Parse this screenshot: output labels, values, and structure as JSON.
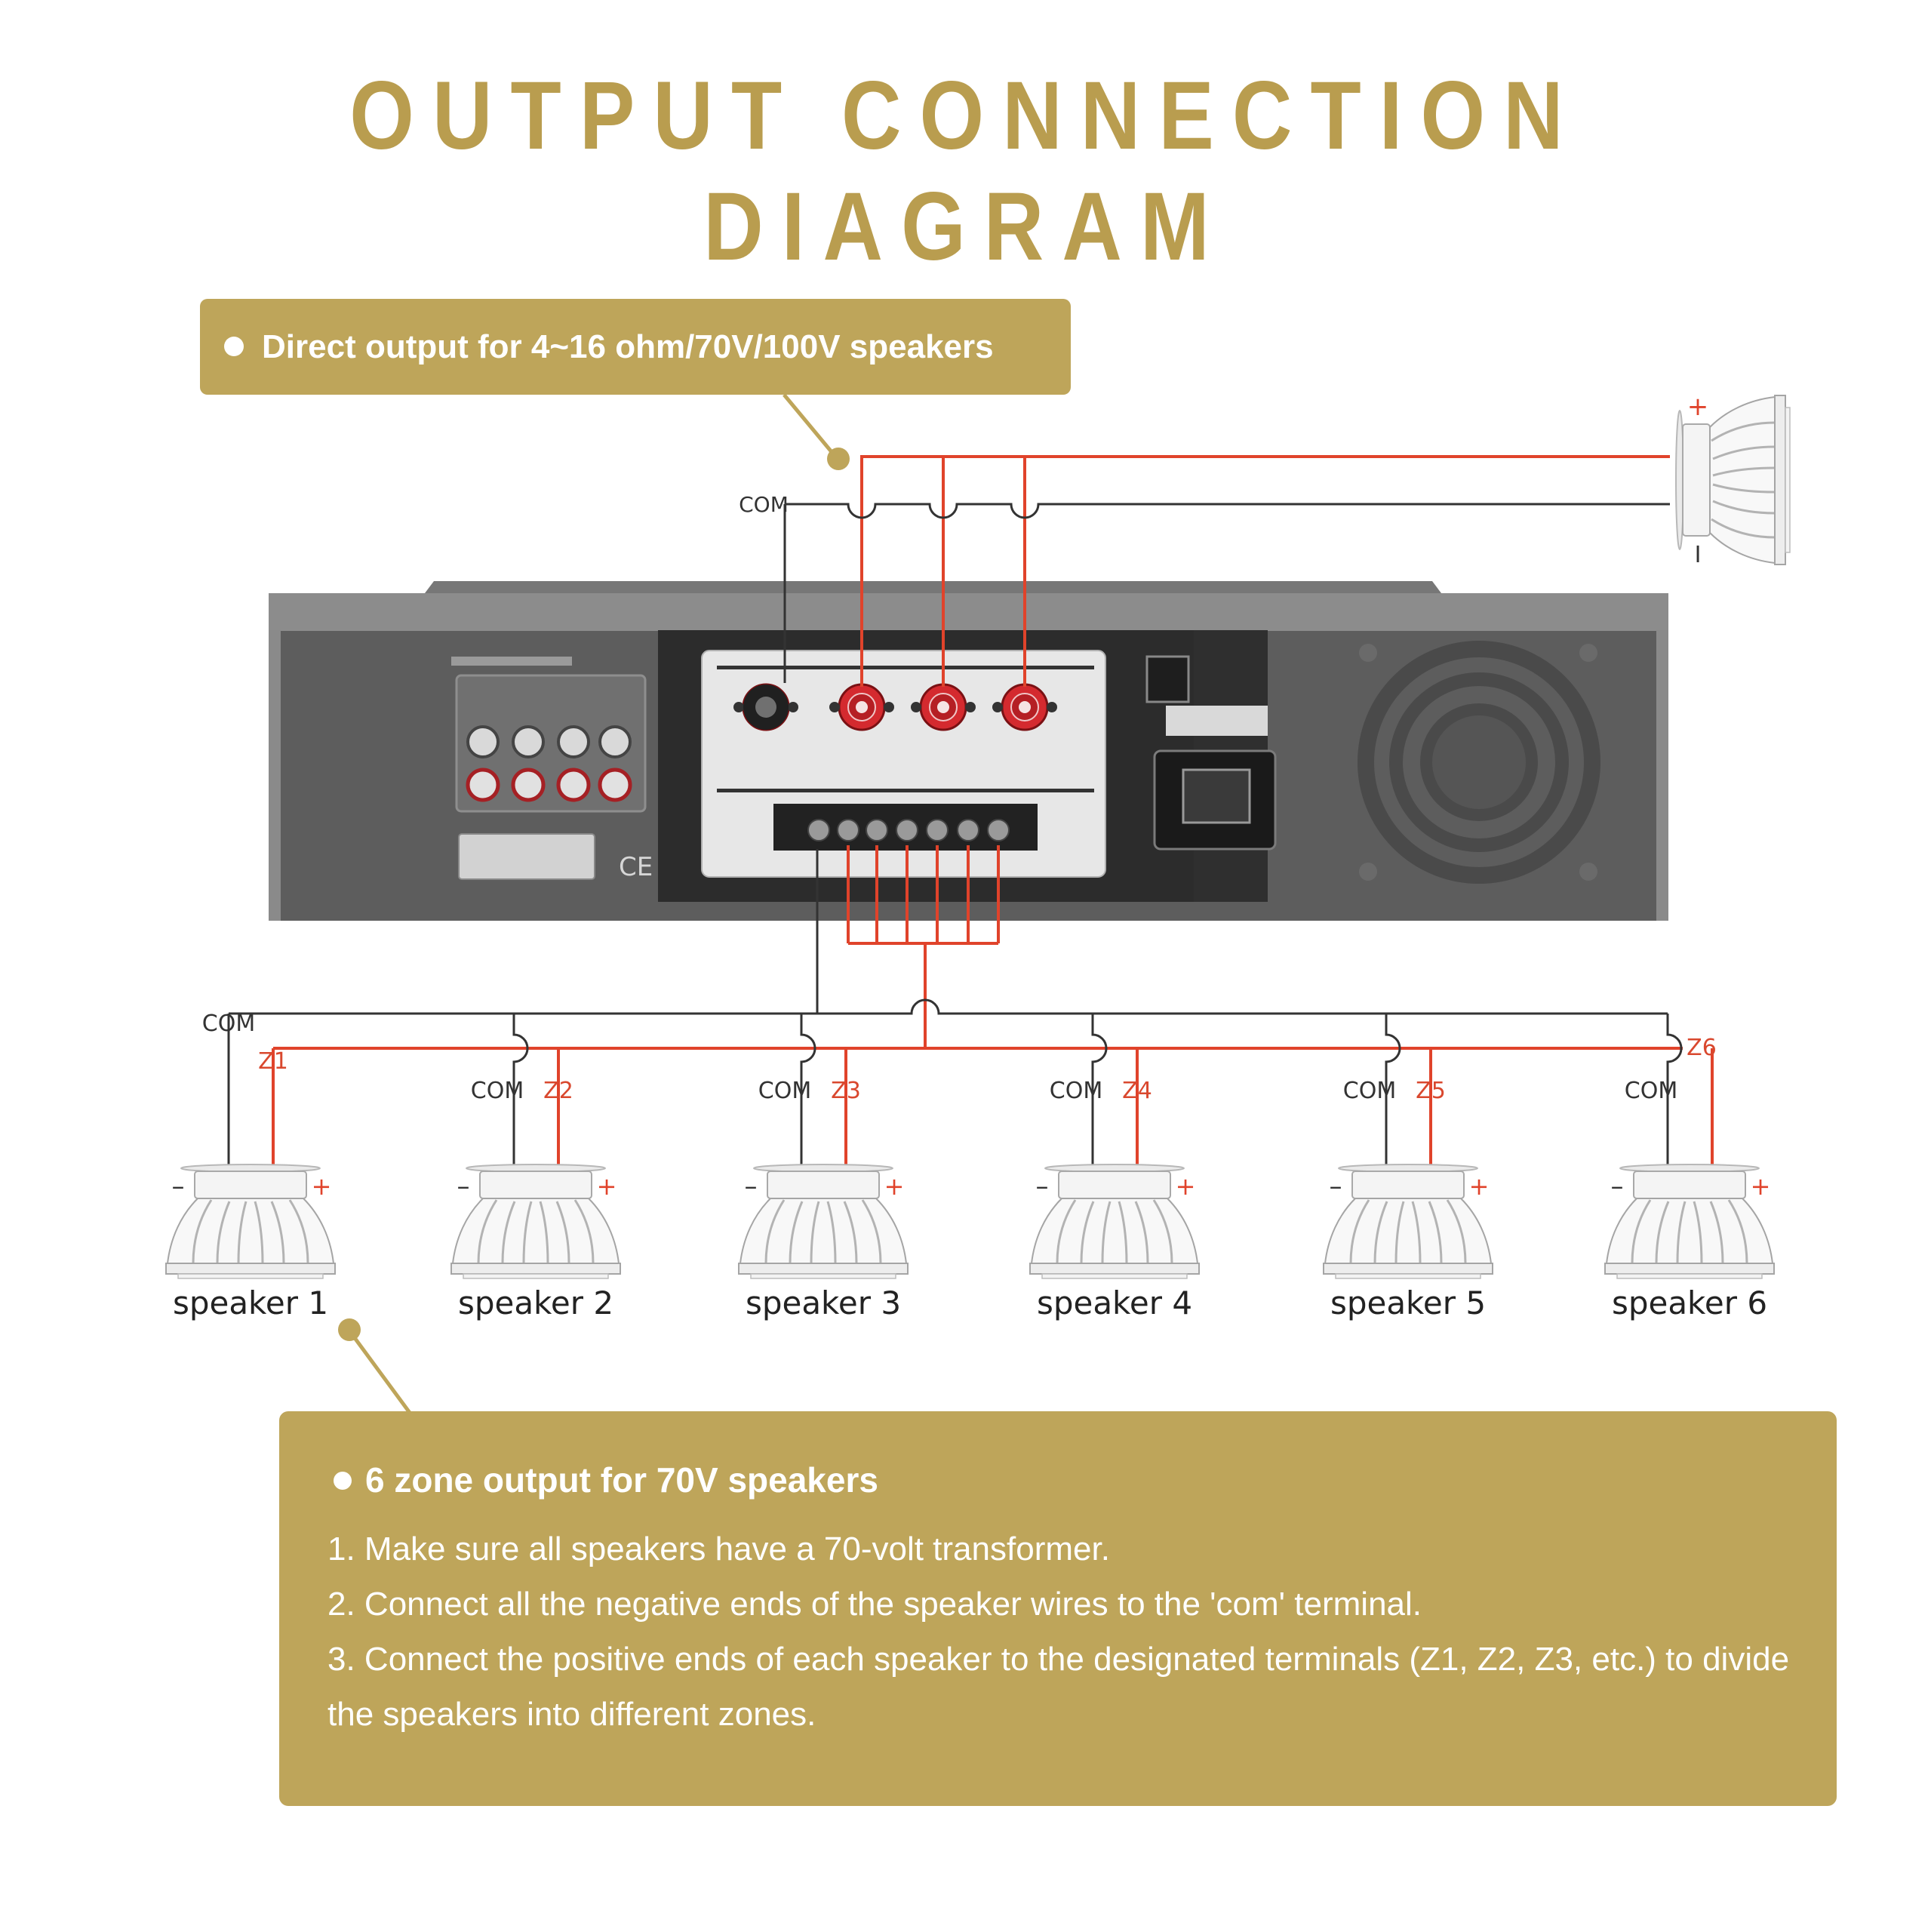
{
  "title": "OUTPUT CONNECTION DIAGRAM",
  "colors": {
    "gold": "#b99d4f",
    "box": "#bea55a",
    "wire_positive": "#e0432b",
    "wire_common": "#333333",
    "zone_label": "#d9482e"
  },
  "direct_output": {
    "label": "Direct output for 4~16 ohm/70V/100V speakers",
    "com_label": "COM",
    "plus": "+",
    "minus": "I"
  },
  "zones": {
    "com_label": "COM",
    "z1_label": "Z1",
    "z6_label": "Z6",
    "speakers": [
      {
        "name": "speaker 1",
        "com": "",
        "zone": ""
      },
      {
        "name": "speaker 2",
        "com": "COM",
        "zone": "Z2"
      },
      {
        "name": "speaker 3",
        "com": "COM",
        "zone": "Z3"
      },
      {
        "name": "speaker 4",
        "com": "COM",
        "zone": "Z4"
      },
      {
        "name": "speaker 5",
        "com": "COM",
        "zone": "Z5"
      },
      {
        "name": "speaker 6",
        "com": "COM",
        "zone": ""
      }
    ],
    "minus": "–",
    "plus": "+"
  },
  "zone_output": {
    "heading": "6 zone output for 70V speakers",
    "steps": [
      "1. Make sure all speakers have a 70-volt transformer.",
      "2. Connect all the negative ends of the speaker wires to the 'com' terminal.",
      "3. Connect the positive ends of each speaker to the designated terminals (Z1, Z2, Z3, etc.) to divide the speakers into different zones."
    ]
  },
  "icons": {
    "amplifier": "amplifier-rear-panel-icon",
    "speaker": "ceiling-speaker-icon",
    "pointer": "pointer-dot-icon"
  }
}
